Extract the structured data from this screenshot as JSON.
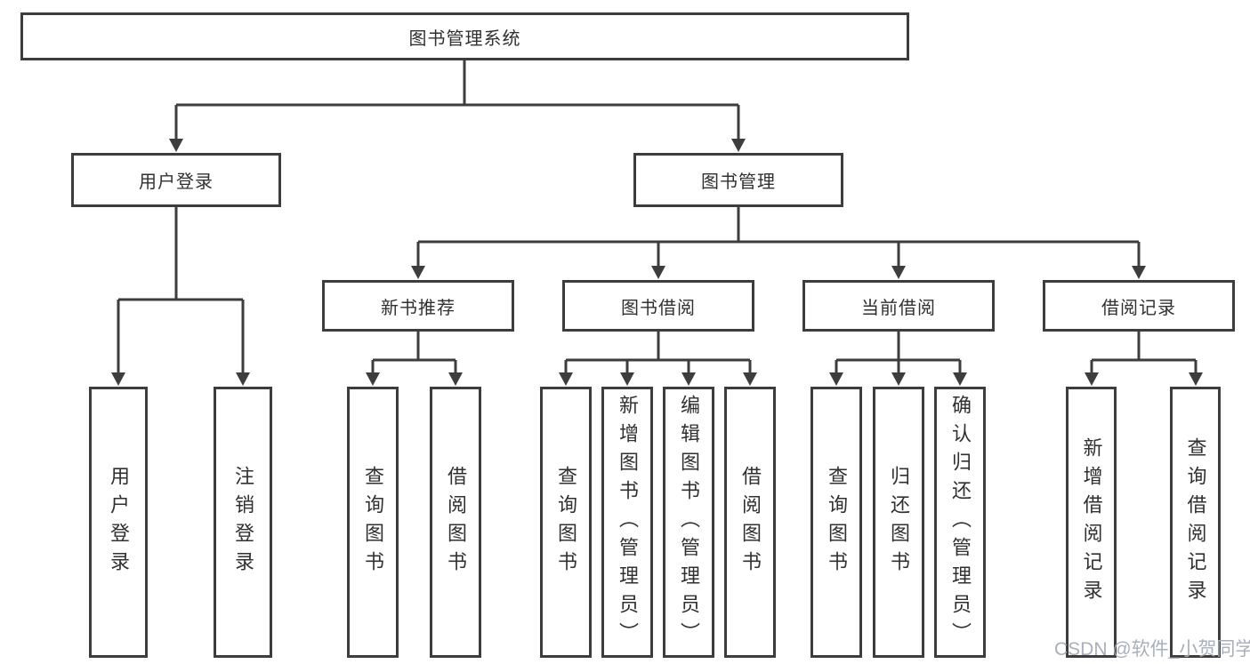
{
  "diagram": {
    "title": "图书管理系统",
    "root": {
      "label": "图书管理系统"
    },
    "level2": [
      {
        "label": "用户登录"
      },
      {
        "label": "图书管理"
      }
    ],
    "level3": [
      {
        "label": "新书推荐"
      },
      {
        "label": "图书借阅"
      },
      {
        "label": "当前借阅"
      },
      {
        "label": "借阅记录"
      }
    ],
    "leaves": {
      "user_login": [
        "用户登录",
        "注销登录"
      ],
      "new_books": [
        "查询图书",
        "借阅图书"
      ],
      "book_borrow": [
        "查询图书",
        "新增图书（管理员）",
        "编辑图书（管理员）",
        "借阅图书"
      ],
      "current_borrow": [
        "查询图书",
        "归还图书",
        "确认归还（管理员）"
      ],
      "borrow_records": [
        "新增借阅记录",
        "查询借阅记录"
      ]
    },
    "line_color": "#3d3d3d"
  },
  "watermark": {
    "text": "CSDN @软件_小贺同学",
    "color": "#a4acb8"
  }
}
